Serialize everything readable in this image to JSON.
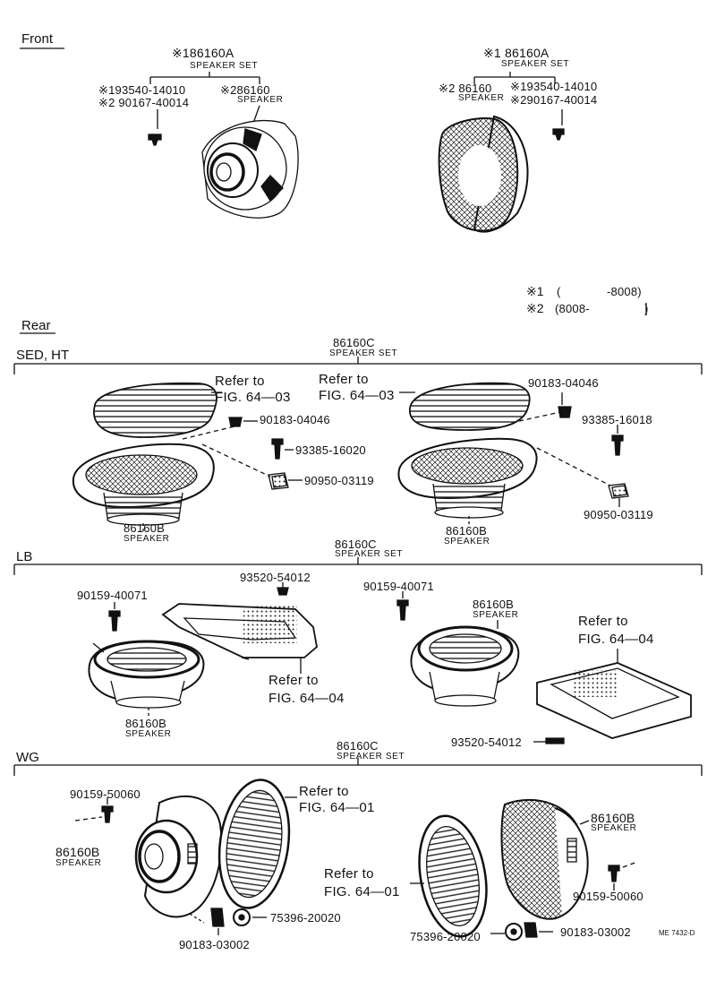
{
  "footnote": {
    "n1_mark": "※1",
    "n1_open": "(",
    "n1_range": "-8008)",
    "n2_mark": "※2",
    "n2_range": "(8008-",
    "n2_close": ")"
  },
  "front": {
    "heading": "Front",
    "left": {
      "set_pn": "※186160A",
      "set_name": "SPEAKER SET",
      "pn_a": "※193540-14010",
      "pn_b": "※2 90167-40014",
      "spk_pn": "※286160",
      "spk_name": "SPEAKER"
    },
    "right": {
      "set_pn": "※1 86160A",
      "set_name": "SPEAKER SET",
      "spk_pn": "※2 86160",
      "spk_name": "SPEAKER",
      "pn_a": "※193540-14010",
      "pn_b": "※290167-40014"
    }
  },
  "rear": {
    "heading": "Rear",
    "sed": {
      "heading": "SED, HT",
      "set_pn": "86160C",
      "set_name": "SPEAKER SET",
      "ref1_a": "Refer to",
      "ref1_b": "FIG. 64—03",
      "ref2_a": "Refer to",
      "ref2_b": "FIG. 64—03",
      "pn_nut_l": "90183-04046",
      "pn_nut_r": "90183-04046",
      "pn_screw_l": "93385-16020",
      "pn_screw_r": "93385-16018",
      "pn_clip_l": "90950-03119",
      "pn_clip_r": "90950-03119",
      "spk_l": "86160B",
      "spk_l_name": "SPEAKER",
      "spk_r": "86160B",
      "spk_r_name": "SPEAKER"
    },
    "lb": {
      "heading": "LB",
      "set_pn": "86160C",
      "set_name": "SPEAKER SET",
      "pn_screw_top": "93520-54012",
      "pn_bolt_l": "90159-40071",
      "pn_bolt_r": "90159-40071",
      "ref1_a": "Refer to",
      "ref1_b": "FIG. 64—04",
      "ref2_a": "Refer to",
      "ref2_b": "FIG. 64—04",
      "spk_l": "86160B",
      "spk_l_name": "SPEAKER",
      "spk_r": "86160B",
      "spk_r_name": "SPEAKER",
      "pn_screw_bottom": "93520-54012"
    },
    "wg": {
      "heading": "WG",
      "set_pn": "86160C",
      "set_name": "SPEAKER SET",
      "pn_bolt_l": "90159-50060",
      "pn_bolt_r": "90159-50060",
      "spk_l": "86160B",
      "spk_l_name": "SPEAKER",
      "spk_r": "86160B",
      "spk_r_name": "SPEAKER",
      "ref1_a": "Refer to",
      "ref1_b": "FIG. 64—01",
      "ref2_a": "Refer to",
      "ref2_b": "FIG. 64—01",
      "pn_washer_l": "75396-20020",
      "pn_washer_r": "75396-20020",
      "pn_nut_l": "90183-03002",
      "pn_nut_r": "90183-03002"
    }
  },
  "diagram_code": "ME 7432-D"
}
